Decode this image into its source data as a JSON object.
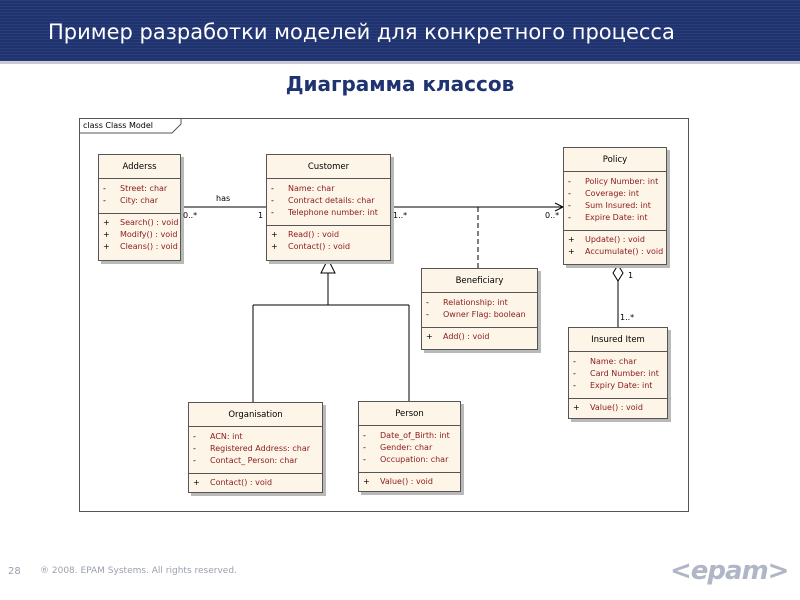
{
  "slide": {
    "title": "Пример разработки моделей для конкретного процесса",
    "subtitle": "Диаграмма классов",
    "page_number": "28",
    "copyright": "® 2008. EPAM Systems. All rights reserved.",
    "logo": "<epam>"
  },
  "diagram": {
    "frame_label": "class Class Model",
    "classes": {
      "address": {
        "name": "Adderss",
        "attributes": [
          {
            "vis": "-",
            "text": "Street: char"
          },
          {
            "vis": "-",
            "text": "City: char"
          }
        ],
        "operations": [
          {
            "vis": "+",
            "text": "Search() : void"
          },
          {
            "vis": "+",
            "text": "Modify() : void"
          },
          {
            "vis": "+",
            "text": "Cleans() : void"
          }
        ]
      },
      "customer": {
        "name": "Customer",
        "attributes": [
          {
            "vis": "-",
            "text": "Name: char"
          },
          {
            "vis": "-",
            "text": "Contract details: char"
          },
          {
            "vis": "-",
            "text": "Telephone number: int"
          }
        ],
        "operations": [
          {
            "vis": "+",
            "text": "Read() : void"
          },
          {
            "vis": "+",
            "text": "Contact() : void"
          }
        ]
      },
      "policy": {
        "name": "Policy",
        "attributes": [
          {
            "vis": "-",
            "text": "Policy Number: int"
          },
          {
            "vis": "-",
            "text": "Coverage: int"
          },
          {
            "vis": "-",
            "text": "Sum Insured: int"
          },
          {
            "vis": "-",
            "text": "Expire Date: int"
          }
        ],
        "operations": [
          {
            "vis": "+",
            "text": "Update() : void"
          },
          {
            "vis": "+",
            "text": "Accumulate() : void"
          }
        ]
      },
      "beneficiary": {
        "name": "Beneficiary",
        "attributes": [
          {
            "vis": "-",
            "text": "Relationship: int"
          },
          {
            "vis": "-",
            "text": "Owner Flag: boolean"
          }
        ],
        "operations": [
          {
            "vis": "+",
            "text": "Add() : void"
          }
        ]
      },
      "insured_item": {
        "name": "Insured Item",
        "attributes": [
          {
            "vis": "-",
            "text": "Name: char"
          },
          {
            "vis": "-",
            "text": "Card Number: int"
          },
          {
            "vis": "-",
            "text": "Expiry Date: int"
          }
        ],
        "operations": [
          {
            "vis": "+",
            "text": "Value() : void"
          }
        ]
      },
      "organisation": {
        "name": "Organisation",
        "attributes": [
          {
            "vis": "-",
            "text": "ACN: int"
          },
          {
            "vis": "-",
            "text": "Registered Address: char"
          },
          {
            "vis": "-",
            "text": "Contact_ Person: char"
          }
        ],
        "operations": [
          {
            "vis": "+",
            "text": "Contact() : void"
          }
        ]
      },
      "person": {
        "name": "Person",
        "attributes": [
          {
            "vis": "-",
            "text": "Date_of_Birth: int"
          },
          {
            "vis": "-",
            "text": "Gender: char"
          },
          {
            "vis": "-",
            "text": "Occupation: char"
          }
        ],
        "operations": [
          {
            "vis": "+",
            "text": "Value() : void"
          }
        ]
      }
    },
    "labels": {
      "has": "has",
      "address_mult": "0..*",
      "customer_mult_left": "1",
      "customer_mult_right": "1..*",
      "policy_mult_left": "0..*",
      "policy_mult_bottom": "1",
      "insured_mult": "1..*"
    },
    "colors": {
      "class_fill": "#fdf6e8",
      "member_text": "#8b1a1a",
      "title_bar": "#1f3370"
    }
  }
}
